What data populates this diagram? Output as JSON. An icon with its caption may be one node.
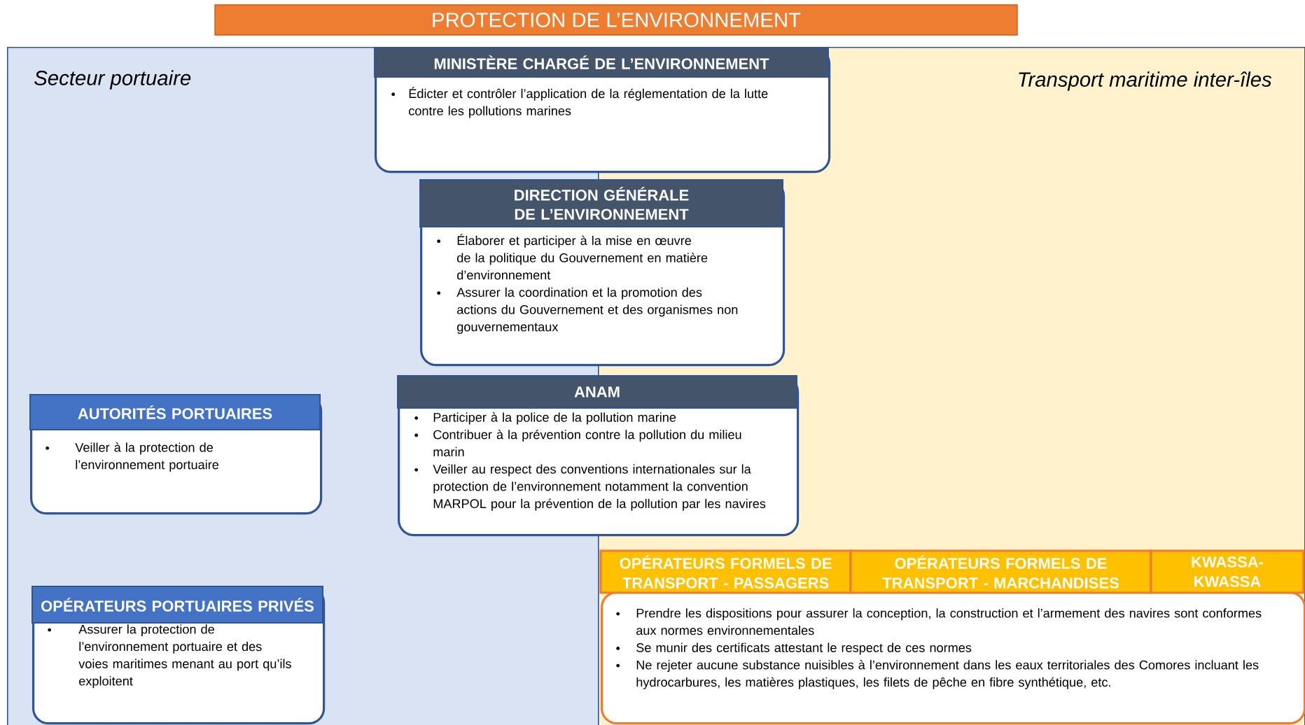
{
  "diagram": {
    "title": "PROTECTION DE L’ENVIRONNEMENT",
    "nodes": [
      {
        "text": [
          "Secteur portuaire"
        ]
      },
      {
        "text": [
          "Transport maritime inter-îles"
        ]
      },
      {
        "text": [
          "MINISTÈRE CHARGÉ DE L’ENVIRONNEMENT",
          "Édicter et contrôler l’application de la réglementation de la lutte contre les pollutions marines"
        ]
      },
      {
        "text": [
          "DIRECTION GÉNÉRALE DE L’ENVIRONNEMENT",
          "Élaborer et participer à la mise en œuvre de la politique du Gouvernement en matière d’environnement",
          "Assurer la coordination et la promotion des actions du Gouvernement et des organismes non gouvernementaux"
        ]
      },
      {
        "text": [
          "ANAM",
          "Participer à la police de la pollution marine",
          "Contribuer à la prévention contre la pollution du milieu marin",
          "Veiller au respect des conventions internationales sur la protection de l’environnement notamment la convention MARPOL pour la prévention de la pollution par les navires"
        ]
      },
      {
        "text": [
          "AUTORITÉS PORTUAIRES",
          "Veiller à la protection de l’environnement portuaire"
        ],
        "in": 0
      },
      {
        "text": [
          "OPÉRATEURS PORTUAIRES PRIVÉS",
          "Assurer la protection de l’environnement portuaire et des voies maritimes menant au port qu’ils exploitent"
        ],
        "in": 0
      },
      {
        "text": [
          "OPÉRATEURS FORMELS DE TRANSPORT - PASSAGERS"
        ],
        "in": 1
      },
      {
        "text": [
          "OPÉRATEURS FORMELS DE TRANSPORT - MARCHANDISES"
        ],
        "in": 1
      },
      {
        "text": [
          "KWASSA-KWASSA"
        ],
        "in": 1
      },
      {
        "text": [
          "Prendre les dispositions pour assurer la conception, la construction et l’armement des navires sont conformes aux normes environnementales",
          "Se munir des certificats attestant le respect de ces normes",
          "Ne rejeter aucune substance nuisibles à l’environnement dans les eaux territoriales des Comores incluant les hydrocarbures, les matières plastiques, les filets de pêche en fibre synthétique, etc."
        ],
        "in": 1
      }
    ]
  }
}
